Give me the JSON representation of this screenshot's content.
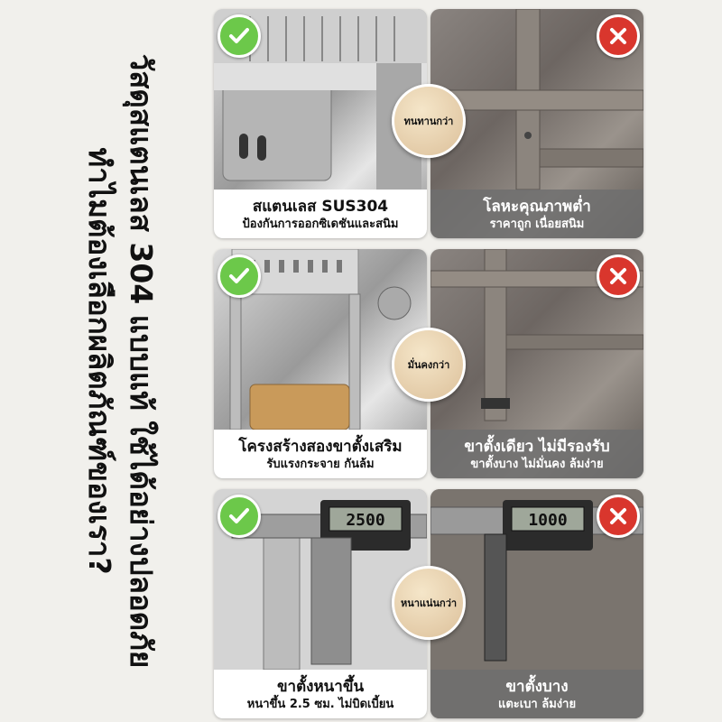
{
  "headline": {
    "line1": "วัสดุสแตนเลส 304 แบบแท้ ใช้ได้อย่างปลอดภัย",
    "line2": "ทำไมต้องเลือกผลิตภัณฑ์ของเรา?"
  },
  "rows": [
    {
      "good": {
        "title": "สแตนเลส SUS304",
        "subtitle": "ป้องกันการออกซิเดชันและสนิม"
      },
      "badge": "ทนทานกว่า",
      "bad": {
        "title": "โลหะคุณภาพต่ำ",
        "subtitle": "ราคาถูก เนื่อยสนิม"
      }
    },
    {
      "good": {
        "title": "โครงสร้างสองขาตั้งเสริม",
        "subtitle": "รับแรงกระจาย กันล้ม"
      },
      "badge": "มั่นคงกว่า",
      "bad": {
        "title": "ขาตั้งเดียว ไม่มีรองรับ",
        "subtitle": "ขาตั้งบาง ไม่มั่นคง ล้มง่าย"
      }
    },
    {
      "good": {
        "title": "ขาตั้งหนาขึ้น",
        "subtitle": "หนาขึ้น 2.5 ซม. ไม่บิดเบี้ยน",
        "reading": "2500"
      },
      "badge": "หนาแน่นกว่า",
      "bad": {
        "title": "ขาตั้งบาง",
        "subtitle": "แตะเบา ล้มง่าย",
        "reading": "1000"
      }
    }
  ],
  "icons": {
    "good": "check-icon",
    "bad": "cross-icon"
  },
  "colors": {
    "good": "#6cc84a",
    "bad": "#d9362d",
    "badge": "#e8d3b0"
  }
}
